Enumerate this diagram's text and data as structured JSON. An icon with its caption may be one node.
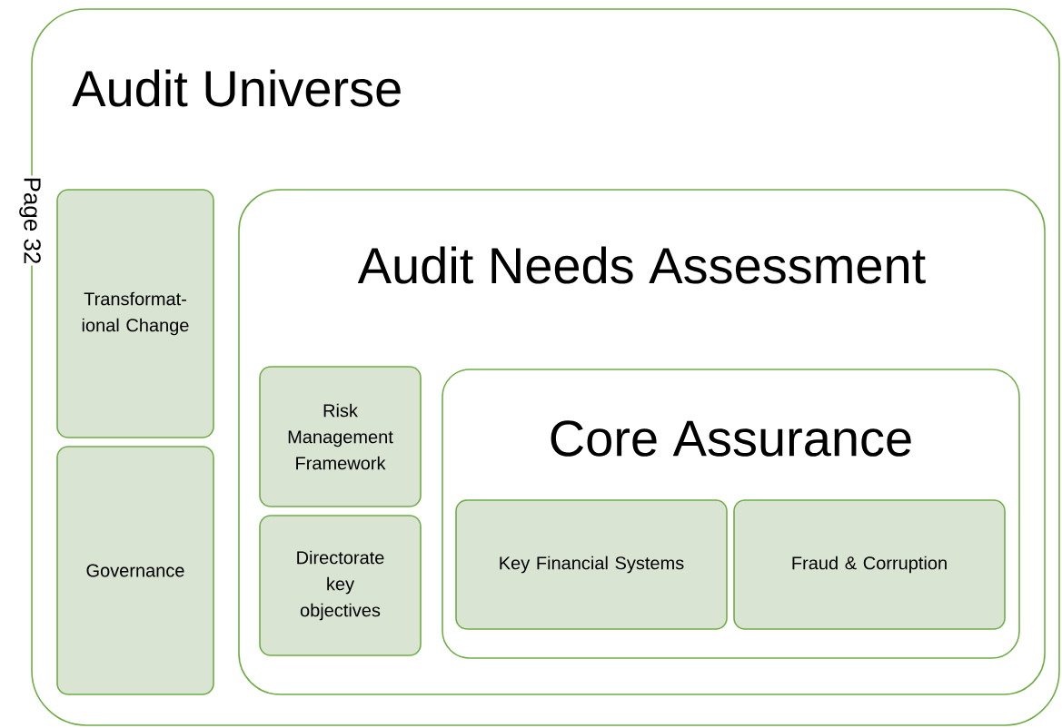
{
  "diagram": {
    "nodes": [
      {
        "text": [
          "Audit Universe"
        ]
      },
      {
        "text": [
          "Transformat- ional Change"
        ],
        "in": 0
      },
      {
        "text": [
          "Governance"
        ],
        "in": 0
      },
      {
        "text": [
          "Audit Needs Assessment"
        ],
        "in": 0
      },
      {
        "text": [
          "Risk Management Framework"
        ],
        "in": 3
      },
      {
        "text": [
          "Directorate key objectives"
        ],
        "in": 3
      },
      {
        "text": [
          "Core Assurance"
        ],
        "in": 3
      },
      {
        "text": [
          "Key Financial Systems"
        ],
        "in": 6
      },
      {
        "text": [
          "Fraud & Corruption"
        ],
        "in": 6
      }
    ],
    "labels": [
      "Page 32"
    ]
  }
}
